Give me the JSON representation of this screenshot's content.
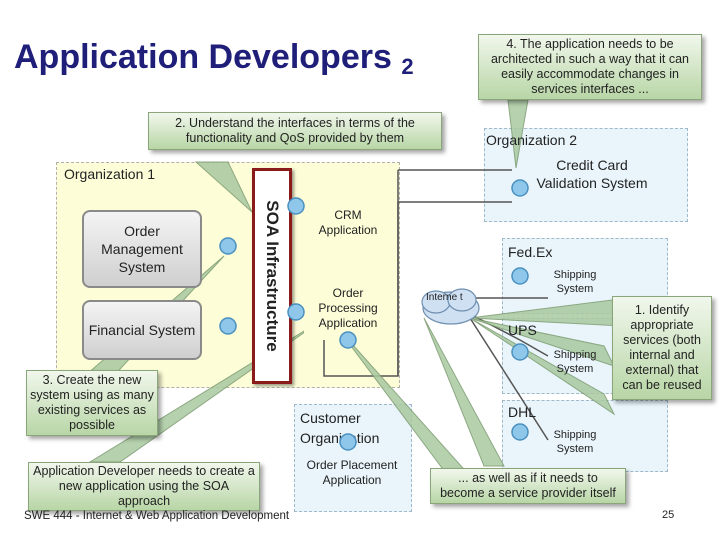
{
  "title": {
    "main": "Application Developers",
    "number": "2"
  },
  "callouts": {
    "c4": "4. The application needs to be architected in such a way that it can easily accommodate changes in services interfaces ...",
    "c2": "2. Understand the interfaces in terms of the functionality and QoS provided by them",
    "c3": "3. Create the new system using as many existing services as possible",
    "cdev": "Application Developer needs to create a new application using the SOA approach",
    "c1": "1. Identify appropriate services (both internal and external) that can be reused",
    "cwell": "... as well as if it needs to become a service provider itself"
  },
  "org1": {
    "label": "Organization 1",
    "systems": [
      "Order Management System",
      "Financial System"
    ]
  },
  "soa": {
    "label": "SOA Infrastructure"
  },
  "apps": {
    "crm": "CRM Application",
    "order_processing": "Order Processing Application",
    "order_placement": "Order Placement Application"
  },
  "org2": {
    "label": "Organization 2",
    "service": "Credit Card Validation System"
  },
  "fedex": {
    "label": "Fed.Ex",
    "service": "Shipping System"
  },
  "ups": {
    "label": "UPS",
    "service": "Shipping System"
  },
  "dhl": {
    "label": "DHL",
    "service": "Shipping System"
  },
  "internet": {
    "label": "Interne t"
  },
  "customer_org": {
    "label": "Customer Organization"
  },
  "footer": {
    "text": "SWE 444 - Internet & Web Application Development",
    "page": "25"
  },
  "colors": {
    "title": "#1f1f7a",
    "soa_border": "#8b1a1a",
    "connector": "#5fa9dc",
    "callout": "#b8d6a6"
  }
}
